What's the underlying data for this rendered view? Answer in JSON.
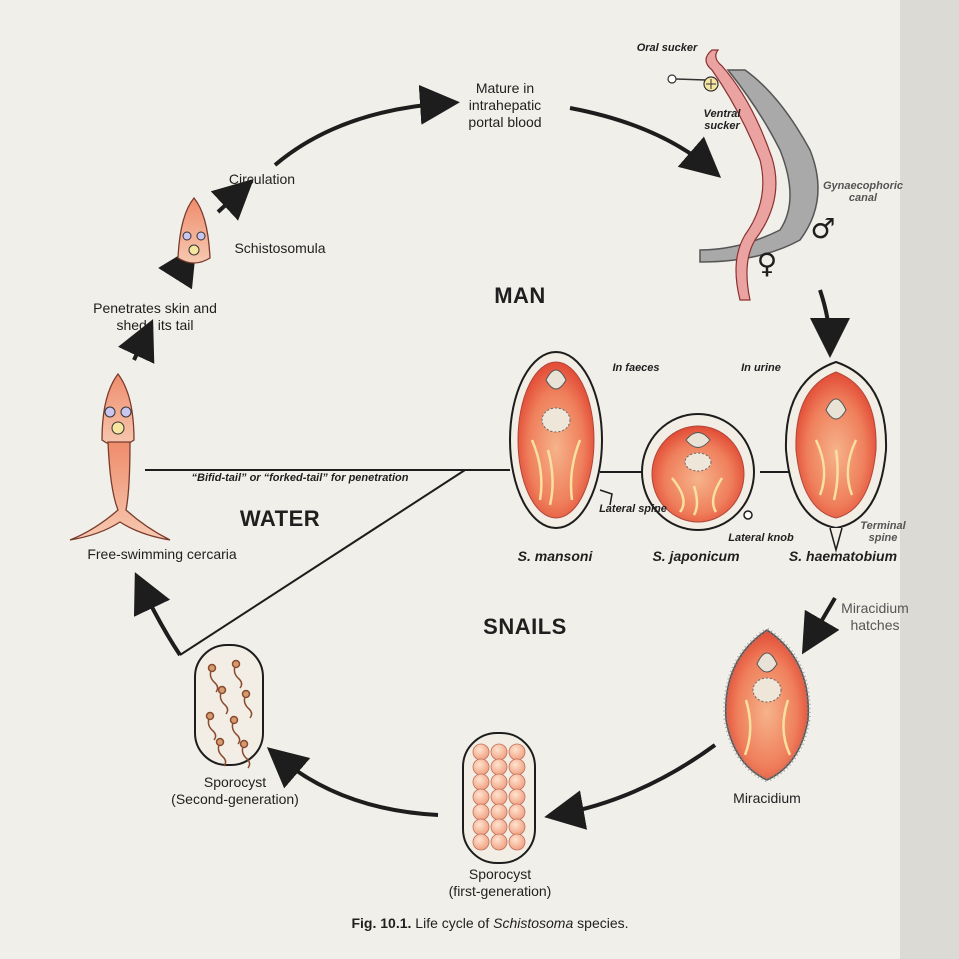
{
  "zones": {
    "man": "MAN",
    "water": "WATER",
    "snails": "SNAILS"
  },
  "stages": {
    "mature": [
      "Mature in",
      "intrahepatic",
      "portal blood"
    ],
    "circulation": "Circulation",
    "schistosomula": "Schistosomula",
    "penetrates": [
      "Penetrates skin and",
      "sheds its tail"
    ],
    "cercaria": "Free-swimming cercaria",
    "bifid": "“Bifid-tail” or “forked-tail” for penetration",
    "miracidium_hatches": [
      "Miracidium",
      "hatches"
    ],
    "miracidium": "Miracidium",
    "sporocyst_first": [
      "Sporocyst",
      "(first-generation)"
    ],
    "sporocyst_second": [
      "Sporocyst",
      "(Second-generation)"
    ]
  },
  "adult_worms": {
    "oral_sucker": "Oral sucker",
    "ventral_sucker": [
      "Ventral",
      "sucker"
    ],
    "canal": [
      "Gynaecophoric",
      "canal"
    ],
    "male_symbol": "♂",
    "female_symbol": "♀"
  },
  "eggs": {
    "in_faeces": "In faeces",
    "in_urine": "In urine",
    "lateral_spine": "Lateral spine",
    "lateral_knob": "Lateral knob",
    "terminal_spine": [
      "Terminal",
      "spine"
    ],
    "species": [
      "S. mansoni",
      "S. japonicum",
      "S. haematobium"
    ]
  },
  "caption": {
    "fig": "Fig. 10.1.",
    "text": " Life cycle of ",
    "genus": "Schistosoma",
    "tail": " species."
  },
  "colors": {
    "pink": "#e98a7c",
    "deep": "#d8403a",
    "cream": "#f5e7c8",
    "gray": "#9a9a9a",
    "ink": "#1d1d1d"
  }
}
